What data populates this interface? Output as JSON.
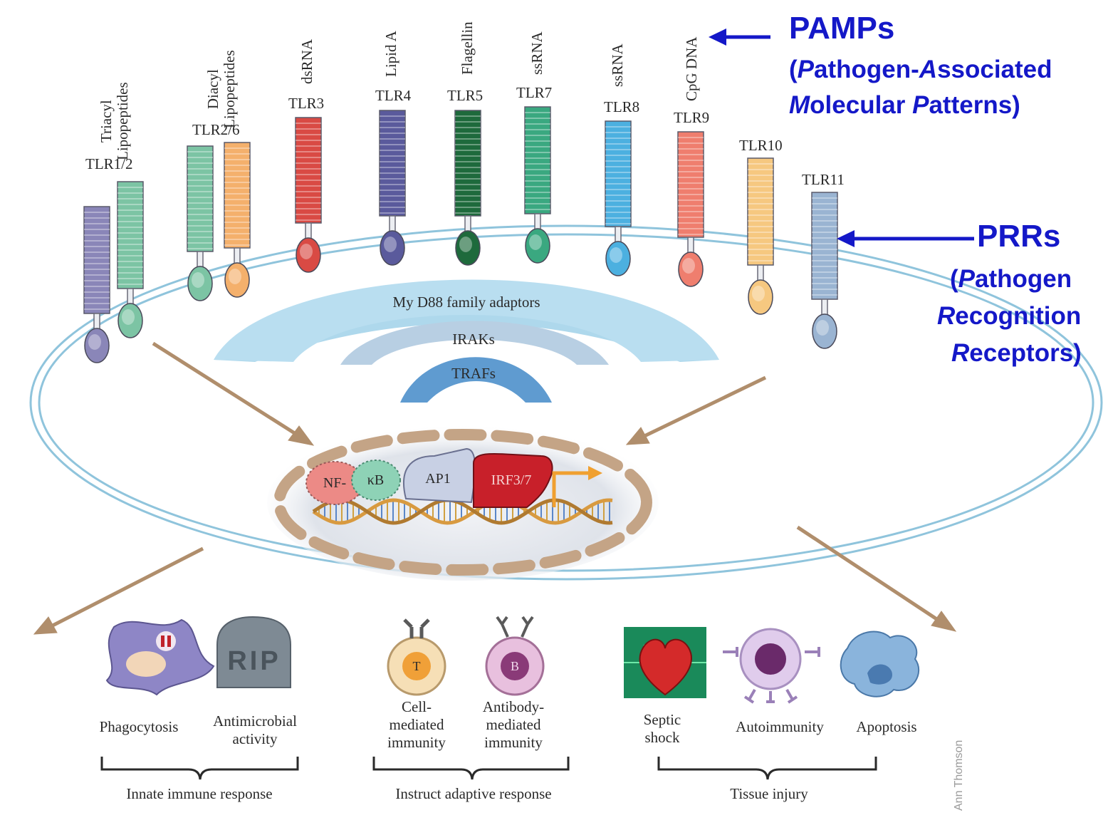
{
  "receptors": [
    {
      "id": "TLR1/2",
      "ligand": [
        "Triacyl",
        "Lipopeptides"
      ],
      "colors": [
        "#8a86b8",
        "#7cc4a4"
      ]
    },
    {
      "id": "TLR2/6",
      "ligand": [
        "Diacyl",
        "Lipopeptides"
      ],
      "colors": [
        "#7cc4a4",
        "#f4b06c"
      ]
    },
    {
      "id": "TLR3",
      "ligand": [
        "dsRNA"
      ],
      "colors": [
        "#d94a44"
      ]
    },
    {
      "id": "TLR4",
      "ligand": [
        "Lipid A"
      ],
      "colors": [
        "#5a5a9c"
      ]
    },
    {
      "id": "TLR5",
      "ligand": [
        "Flagellin"
      ],
      "colors": [
        "#1e6a3c"
      ]
    },
    {
      "id": "TLR7",
      "ligand": [
        "ssRNA"
      ],
      "colors": [
        "#3aa880"
      ]
    },
    {
      "id": "TLR8",
      "ligand": [
        "ssRNA"
      ],
      "colors": [
        "#4cb0e0"
      ]
    },
    {
      "id": "TLR9",
      "ligand": [
        "CpG DNA"
      ],
      "colors": [
        "#ef7e6e"
      ]
    },
    {
      "id": "TLR10",
      "ligand": [],
      "colors": [
        "#f6c880"
      ]
    },
    {
      "id": "TLR11",
      "ligand": [],
      "colors": [
        "#9ab4d2"
      ]
    }
  ],
  "adaptors": {
    "myd88": "My D88 family adaptors",
    "iraks": "IRAKs",
    "trafs": "TRAFs"
  },
  "factors": {
    "nfkb_a": "NF-",
    "nfkb_b": "κB",
    "ap1": "AP1",
    "irf": "IRF3/7"
  },
  "annotations": {
    "pamps": {
      "title": "PAMPs",
      "line1": [
        "(",
        "P",
        "athogen-",
        "A",
        "ssociated"
      ],
      "line2": [
        "M",
        "olecular ",
        "P",
        "atterns)"
      ]
    },
    "prrs": {
      "title": "PRRs",
      "line1": [
        "(",
        "P",
        "athogen"
      ],
      "line2": [
        "R",
        "ecognition"
      ],
      "line3": [
        "R",
        "eceptors)"
      ]
    }
  },
  "outcomes": [
    {
      "label": [
        "Phagocytosis"
      ]
    },
    {
      "label": [
        "Antimicrobial",
        "activity"
      ],
      "icon_text": "RIP"
    },
    {
      "label": [
        "Cell-",
        "mediated",
        "immunity"
      ],
      "icon_text": "T"
    },
    {
      "label": [
        "Antibody-",
        "mediated",
        "immunity"
      ],
      "icon_text": "B"
    },
    {
      "label": [
        "Septic",
        "shock"
      ]
    },
    {
      "label": [
        "Autoimmunity"
      ]
    },
    {
      "label": [
        "Apoptosis"
      ]
    }
  ],
  "groups": [
    "Innate immune response",
    "Instruct adaptive response",
    "Tissue injury"
  ],
  "credit": "Ann Thomson",
  "colors": {
    "annotation_blue": "#1418c8",
    "membrane": "#8fc4dc",
    "arrow": "#b08e6c",
    "myd88": "#aed8ec",
    "iraks": "#b8cfe3",
    "trafs": "#5f9bd0",
    "nucleus_dash": "#c4a486",
    "irf": "#c8202a"
  }
}
